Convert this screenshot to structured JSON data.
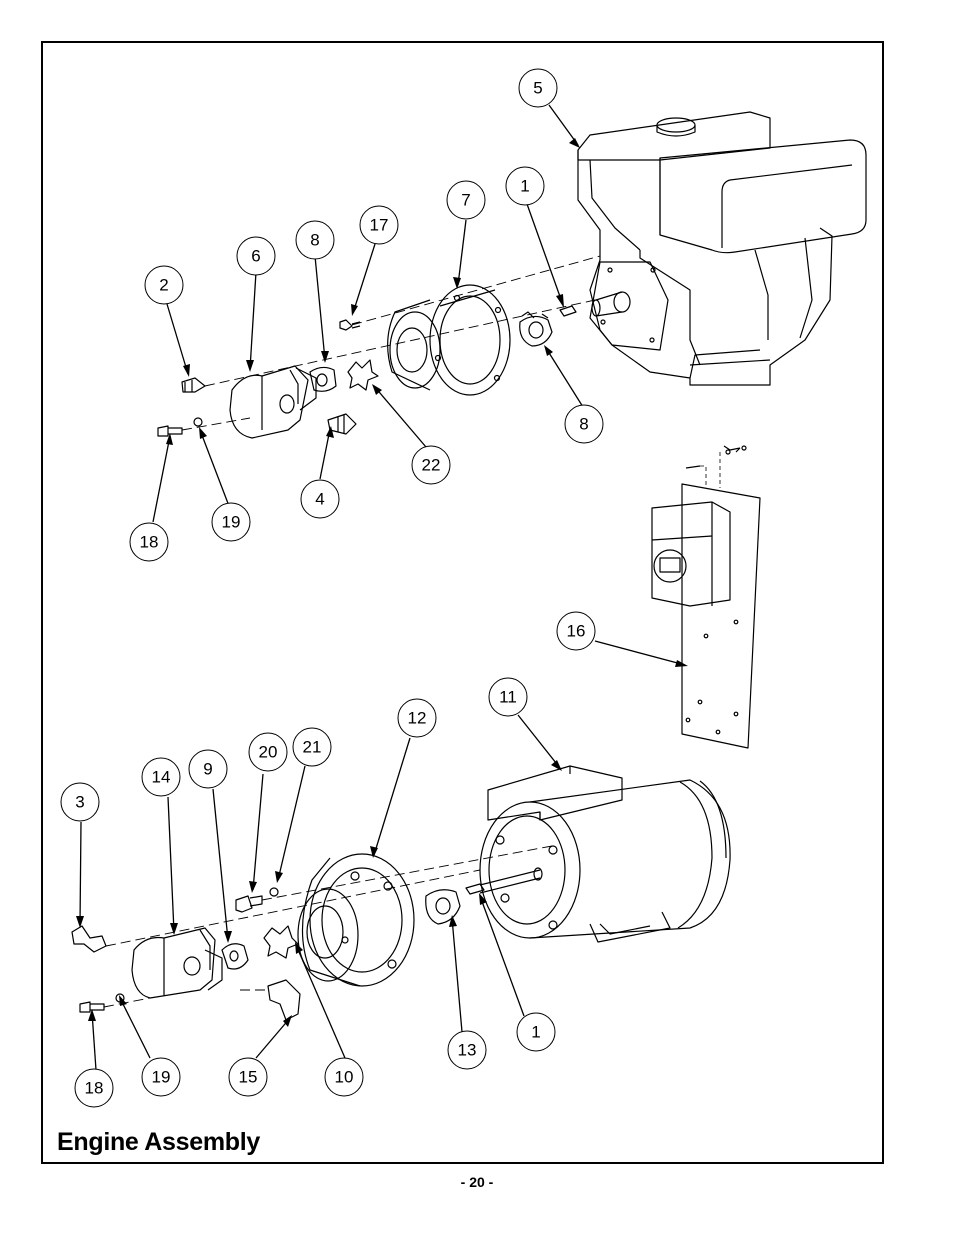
{
  "page": {
    "title": "Engine Assembly",
    "page_number": "- 20 -"
  },
  "callouts": [
    {
      "label": "5"
    },
    {
      "label": "1"
    },
    {
      "label": "7"
    },
    {
      "label": "17"
    },
    {
      "label": "8"
    },
    {
      "label": "6"
    },
    {
      "label": "2"
    },
    {
      "label": "8"
    },
    {
      "label": "22"
    },
    {
      "label": "4"
    },
    {
      "label": "19"
    },
    {
      "label": "18"
    },
    {
      "label": "16"
    },
    {
      "label": "11"
    },
    {
      "label": "12"
    },
    {
      "label": "21"
    },
    {
      "label": "20"
    },
    {
      "label": "9"
    },
    {
      "label": "14"
    },
    {
      "label": "3"
    },
    {
      "label": "1"
    },
    {
      "label": "13"
    },
    {
      "label": "10"
    },
    {
      "label": "15"
    },
    {
      "label": "19"
    },
    {
      "label": "18"
    }
  ],
  "colors": {
    "line": "#000000",
    "background": "#ffffff"
  }
}
